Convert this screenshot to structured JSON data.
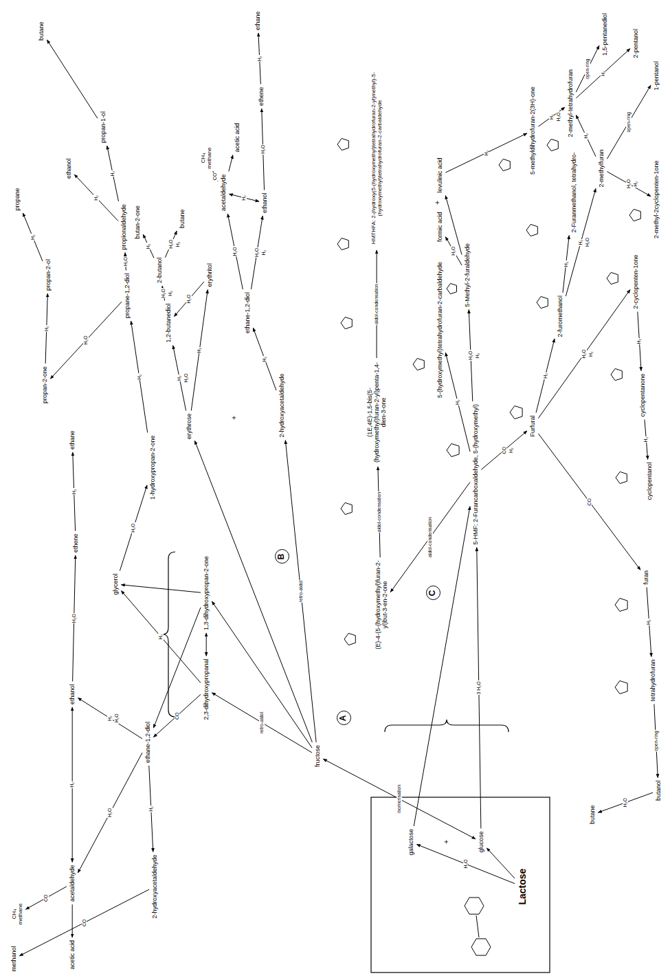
{
  "diagram": {
    "nodes": [
      {
        "text": [
          "Lactose"
        ]
      },
      {
        "text": [
          "galactose"
        ]
      },
      {
        "text": [
          "glucose"
        ]
      },
      {
        "text": [
          "fructose"
        ]
      },
      {
        "text": [
          "2,3-dihydroxypropanal"
        ]
      },
      {
        "text": [
          "1,3-dihydroxypropan-2-one"
        ]
      },
      {
        "text": [
          "ethane-1,2-diol"
        ]
      },
      {
        "text": [
          "2-hydroxyacetaldehyde"
        ]
      },
      {
        "text": [
          "methanol"
        ]
      },
      {
        "text": [
          "ethanol"
        ]
      },
      {
        "text": [
          "acetaldehyde"
        ]
      },
      {
        "text": [
          "CH₄",
          "methane"
        ]
      },
      {
        "text": [
          "acetic acid"
        ]
      },
      {
        "text": [
          "ethene"
        ]
      },
      {
        "text": [
          "ethane"
        ]
      },
      {
        "text": [
          "glycerol"
        ]
      },
      {
        "text": [
          "1-hydroxypropan-2-one"
        ]
      },
      {
        "text": [
          "propane-1,2-diol"
        ]
      },
      {
        "text": [
          "propan-2-one"
        ]
      },
      {
        "text": [
          "propan-2-ol"
        ]
      },
      {
        "text": [
          "propane"
        ]
      },
      {
        "text": [
          "propionaldehyde"
        ]
      },
      {
        "text": [
          "ethanol"
        ]
      },
      {
        "text": [
          "propan-1-ol"
        ]
      },
      {
        "text": [
          "butane"
        ]
      },
      {
        "text": [
          "erythrose"
        ]
      },
      {
        "text": [
          "2-hydroxyacetaldehyde"
        ]
      },
      {
        "text": [
          "erythritol"
        ]
      },
      {
        "text": [
          "1,2-butanediol"
        ]
      },
      {
        "text": [
          "2-butanol"
        ]
      },
      {
        "text": [
          "butan-2-one"
        ]
      },
      {
        "text": [
          "butane"
        ]
      },
      {
        "text": [
          "ethane-1,2-diol"
        ]
      },
      {
        "text": [
          "acetaldehyde"
        ]
      },
      {
        "text": [
          "ethanol"
        ]
      },
      {
        "text": [
          "CH₄",
          "methane"
        ]
      },
      {
        "text": [
          "acetic acid"
        ]
      },
      {
        "text": [
          "ethene"
        ]
      },
      {
        "text": [
          "ethane"
        ]
      },
      {
        "text": [
          "(E)-4-(5-(hydroxymethyl)furan-2-yl)but-3-en-2-one"
        ]
      },
      {
        "text": [
          "(1E,4E)-1,5-bis(5-(hydroxymethyl)furan-2-yl)penta-1,4-dien-3-one"
        ]
      },
      {
        "text": [
          "HMTHFA: 2-(hydroxy(5-(hydroxymethyl)tetrahydrofuran-2-yl)methyl)-5-(hydroxymethyl)tetrahydrofuran-2-carbaldehyde"
        ]
      },
      {
        "text": [
          "5-HMF: 2-Furancarboxaldehyde, 5-(hydroxymethyl)"
        ]
      },
      {
        "text": [
          "5-(hydroxymethyl)tetrahydrofuran-2-carbaldehyde"
        ]
      },
      {
        "text": [
          "5-Methyl-2-furaldehyde"
        ]
      },
      {
        "text": [
          "formic acid"
        ]
      },
      {
        "text": [
          "levulinic acid"
        ]
      },
      {
        "text": [
          "5-methyldihydrofuran-2(3H)-one"
        ]
      },
      {
        "text": [
          "2-methyl-tetrahydrofuran"
        ]
      },
      {
        "text": [
          "1,5-pentanediol"
        ]
      },
      {
        "text": [
          "2-pentanol"
        ]
      },
      {
        "text": [
          "Furfural"
        ]
      },
      {
        "text": [
          "2-furomethanol"
        ]
      },
      {
        "text": [
          "2-Furanmethanol, tetrahydro-"
        ]
      },
      {
        "text": [
          "2-methylfuran"
        ]
      },
      {
        "text": [
          "1-pentanol"
        ]
      },
      {
        "text": [
          "2-cyclopenten-1one"
        ]
      },
      {
        "text": [
          "2-methyl-2cyclopenten-1one"
        ]
      },
      {
        "text": [
          "cyclopentanone"
        ]
      },
      {
        "text": [
          "cyclopentanol"
        ]
      },
      {
        "text": [
          "furan"
        ]
      },
      {
        "text": [
          "tetrahydrofuran"
        ]
      },
      {
        "text": [
          "butanol"
        ]
      },
      {
        "text": [
          "butane"
        ]
      },
      {
        "text": [
          "A"
        ]
      },
      {
        "text": [
          "B"
        ]
      },
      {
        "text": [
          "C"
        ]
      }
    ],
    "edges": [
      {
        "from": 0,
        "to": 1,
        "arrow": "to",
        "label": "H₂O"
      },
      {
        "from": 0,
        "to": 2,
        "arrow": "to"
      },
      {
        "from": 3,
        "to": 2,
        "arrow": "both",
        "label": "isomerisation"
      },
      {
        "from": 3,
        "to": 4,
        "arrow": "to",
        "label": "retro-aldol"
      },
      {
        "from": 3,
        "to": 5,
        "arrow": "to"
      },
      {
        "from": 4,
        "to": 5,
        "arrow": "both"
      },
      {
        "from": 4,
        "to": 15,
        "arrow": "to",
        "label": "H₂"
      },
      {
        "from": 5,
        "to": 15,
        "arrow": "to"
      },
      {
        "from": 4,
        "to": 6,
        "arrow": "to",
        "label": "CO"
      },
      {
        "from": 5,
        "to": 6,
        "arrow": "to"
      },
      {
        "from": 6,
        "to": 7,
        "arrow": "to",
        "label": "H₂"
      },
      {
        "from": 7,
        "to": 8,
        "arrow": "to",
        "label": "CO"
      },
      {
        "from": 6,
        "to": 9,
        "arrow": "to",
        "label": "H₂"
      },
      {
        "from": 6,
        "to": 10,
        "arrow": "to",
        "label": "H₂O"
      },
      {
        "from": 9,
        "to": 10,
        "arrow": "both",
        "label": "H₂"
      },
      {
        "from": 10,
        "to": 11,
        "arrow": "to",
        "label": "CO"
      },
      {
        "from": 10,
        "to": 12,
        "arrow": "to"
      },
      {
        "from": 9,
        "to": 13,
        "arrow": "to",
        "label": "H₂O"
      },
      {
        "from": 13,
        "to": 14,
        "arrow": "to",
        "label": "H₂"
      },
      {
        "from": 15,
        "to": 16,
        "arrow": "to",
        "label": "H₂O"
      },
      {
        "from": 16,
        "to": 17,
        "arrow": "to",
        "label": "H₂"
      },
      {
        "from": 17,
        "to": 18,
        "arrow": "to",
        "label": "H₂O"
      },
      {
        "from": 18,
        "to": 19,
        "arrow": "to",
        "label": "H₂"
      },
      {
        "from": 19,
        "to": 20,
        "arrow": "to",
        "label": "H₂"
      },
      {
        "from": 17,
        "to": 21,
        "arrow": "to",
        "label": "H₂O"
      },
      {
        "from": 21,
        "to": 23,
        "arrow": "to",
        "label": "H₂"
      },
      {
        "from": 21,
        "to": 22,
        "arrow": "to",
        "label": "H₂"
      },
      {
        "from": 23,
        "to": 24,
        "arrow": "to"
      },
      {
        "from": 3,
        "to": 25,
        "arrow": "to"
      },
      {
        "from": 3,
        "to": 26,
        "arrow": "to",
        "label": "retro-aldol"
      },
      {
        "from": 25,
        "to": 27,
        "arrow": "to",
        "label": "H₂"
      },
      {
        "from": 25,
        "to": 28,
        "arrow": "to",
        "label": "H₂"
      },
      {
        "from": 27,
        "to": 28,
        "arrow": "to",
        "label": "H₂O"
      },
      {
        "from": 28,
        "to": 29,
        "arrow": "to",
        "label": "H₂O"
      },
      {
        "from": 29,
        "to": 30,
        "arrow": "to",
        "label": "H₂"
      },
      {
        "from": 29,
        "to": 31,
        "arrow": "to",
        "label": "H₂O"
      },
      {
        "from": 26,
        "to": 32,
        "arrow": "to",
        "label": "H₂"
      },
      {
        "from": 32,
        "to": 33,
        "arrow": "to",
        "label": "H₂O"
      },
      {
        "from": 32,
        "to": 34,
        "arrow": "to",
        "label": "H₂O"
      },
      {
        "from": 33,
        "to": 34,
        "arrow": "both",
        "label": "H₂"
      },
      {
        "from": 33,
        "to": 35,
        "arrow": "to",
        "label": "CO"
      },
      {
        "from": 33,
        "to": 36,
        "arrow": "to"
      },
      {
        "from": 34,
        "to": 37,
        "arrow": "to",
        "label": "H₂O"
      },
      {
        "from": 37,
        "to": 38,
        "arrow": "to",
        "label": "H₂"
      },
      {
        "from": 1,
        "to": 42,
        "arrow": "to"
      },
      {
        "from": 2,
        "to": 42,
        "arrow": "to",
        "label": "3 H₂O"
      },
      {
        "from": 42,
        "to": 39,
        "arrow": "to",
        "label": "aldol-condensation"
      },
      {
        "from": 39,
        "to": 40,
        "arrow": "to",
        "label": "aldol-condensation"
      },
      {
        "from": 40,
        "to": 41,
        "arrow": "to",
        "label": "aldol-condensation"
      },
      {
        "from": 42,
        "to": 43,
        "arrow": "to",
        "label": "H₂"
      },
      {
        "from": 42,
        "to": 44,
        "arrow": "to",
        "label": "H₂O"
      },
      {
        "from": 44,
        "to": 45,
        "arrow": "to",
        "label": "H₂O"
      },
      {
        "from": 44,
        "to": 46,
        "arrow": "to"
      },
      {
        "from": 46,
        "to": 47,
        "arrow": "to",
        "label": "H₂"
      },
      {
        "from": 47,
        "to": 48,
        "arrow": "to",
        "label": "H₂"
      },
      {
        "from": 48,
        "to": 49,
        "arrow": "to",
        "label": "open-ring"
      },
      {
        "from": 48,
        "to": 50,
        "arrow": "to",
        "label": "H₂"
      },
      {
        "from": 42,
        "to": 51,
        "arrow": "to",
        "label": "CO"
      },
      {
        "from": 51,
        "to": 52,
        "arrow": "to",
        "label": "H₂"
      },
      {
        "from": 52,
        "to": 53,
        "arrow": "to",
        "label": "H₂"
      },
      {
        "from": 52,
        "to": 54,
        "arrow": "to",
        "label": "H₂"
      },
      {
        "from": 54,
        "to": 48,
        "arrow": "to",
        "label": "H₂"
      },
      {
        "from": 54,
        "to": 55,
        "arrow": "to",
        "label": "open-ring"
      },
      {
        "from": 54,
        "to": 57,
        "arrow": "to",
        "label": "H₂O"
      },
      {
        "from": 51,
        "to": 56,
        "arrow": "to",
        "label": "H₂O"
      },
      {
        "from": 56,
        "to": 58,
        "arrow": "to",
        "label": "H₂"
      },
      {
        "from": 58,
        "to": 59,
        "arrow": "to",
        "label": "H₂"
      },
      {
        "from": 51,
        "to": 60,
        "arrow": "to",
        "label": "CO"
      },
      {
        "from": 60,
        "to": 61,
        "arrow": "to",
        "label": "H₂"
      },
      {
        "from": 61,
        "to": 62,
        "arrow": "to",
        "label": "open-ring"
      },
      {
        "from": 62,
        "to": 63,
        "arrow": "to",
        "label": "H₂O"
      }
    ],
    "labels": [
      "+",
      "+",
      "+",
      "H₂O",
      "H₂O",
      "H₂",
      "H₂",
      "H₂",
      "H₂",
      "H₂O",
      "H₂",
      "H₂O",
      "H₂",
      "H₂"
    ]
  }
}
